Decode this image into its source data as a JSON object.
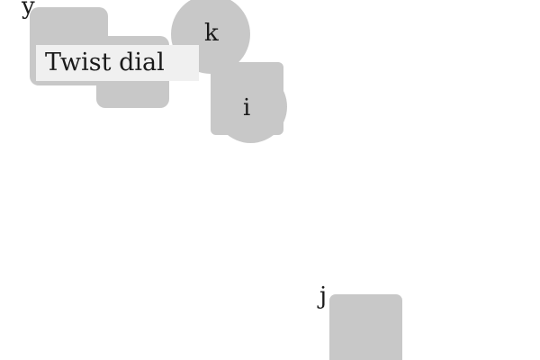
{
  "instruction": {
    "text": "Twist dial"
  },
  "shapes": {
    "y": {
      "label": "y",
      "shape": "rounded-square"
    },
    "k": {
      "label": "k",
      "shape": "circle"
    },
    "i": {
      "label": "i",
      "shape": "rounded-square-with-circle"
    },
    "j": {
      "label": "j",
      "shape": "rounded-square"
    }
  },
  "colors": {
    "shape_fill": "#c8c8c8",
    "instruction_background": "#f0f0f0",
    "text": "#1a1a1a",
    "background": "#ffffff"
  }
}
